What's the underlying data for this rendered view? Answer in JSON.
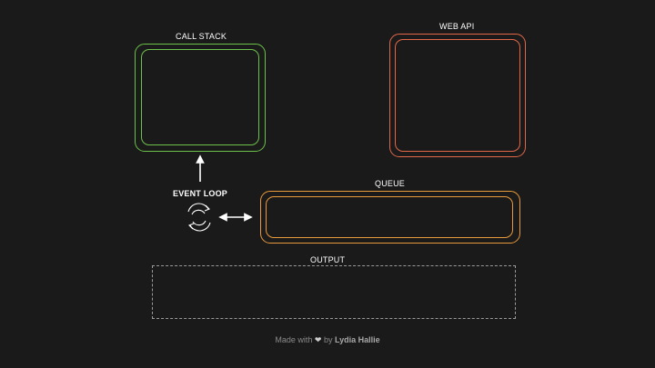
{
  "call_stack": {
    "label": "CALL STACK",
    "color": "#6cc24a"
  },
  "web_api": {
    "label": "WEB API",
    "color": "#e2684a"
  },
  "event_loop": {
    "label": "EVENT LOOP",
    "icon": "refresh-icon"
  },
  "queue": {
    "label": "QUEUE",
    "color": "#e89a3c"
  },
  "output": {
    "label": "OUTPUT"
  },
  "footer": {
    "made_with": "Made with",
    "heart": "❤",
    "by": "by",
    "author": "Lydia Hallie"
  }
}
